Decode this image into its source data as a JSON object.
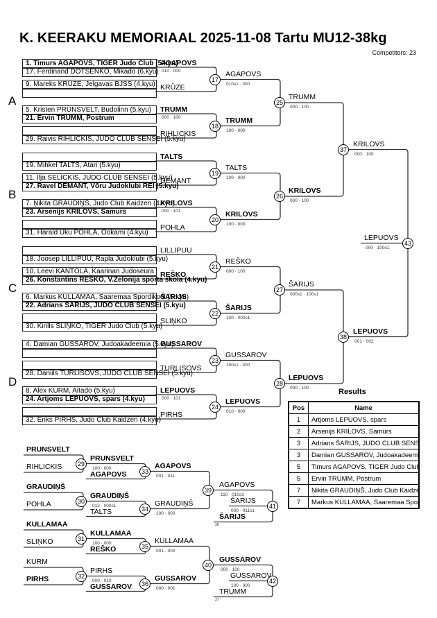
{
  "header": {
    "title": "K. KEERAKU MEMORIAAL  2025-11-08  Tartu   MU12-38kg",
    "competitors": "Competitors: 23"
  },
  "pools": [
    "A",
    "B",
    "C",
    "D"
  ],
  "entries": [
    {
      "text": "1. Timurs AGAPOVS, TIGER Judo Club (5.kyu)",
      "bold": true
    },
    {
      "text": "17. Ferdinand DOTSENKO, Mikado (6.kyu)",
      "bold": false
    },
    {
      "text": "9. Mareks KRŪZE, Jelgavas BJSS (4.kyu)",
      "bold": false
    },
    {
      "text": "",
      "bold": false
    },
    {
      "text": "5. Kristen PRUNSVELT, Budolinn (5.kyu)",
      "bold": false
    },
    {
      "text": "21. Ervin TRUMM, Postrum",
      "bold": true
    },
    {
      "text": "",
      "bold": false
    },
    {
      "text": "29. Raivis RIHLICKIS, JUDO CLUB SENSEI (5.kyu)",
      "bold": false
    },
    {
      "text": "",
      "bold": false
    },
    {
      "text": "19. Mihkel TALTS, Atari (5.kyu)",
      "bold": false
    },
    {
      "text": "11. Ilja SELICKIS, JUDO CLUB SENSEI (5.kyu)",
      "bold": false
    },
    {
      "text": "27. Ravel DEMANT, Võru Judoklubi REI (5.kyu)",
      "bold": true
    },
    {
      "text": "7. Ņikita GRAUDIŅŠ, Judo Club Kaidzen (4.kyu)",
      "bold": false
    },
    {
      "text": "23. Arsenijs KRILOVS, Samurs",
      "bold": true
    },
    {
      "text": "",
      "bold": false
    },
    {
      "text": "31. Harald Uku POHLA, Ookami (4.kyu)",
      "bold": false
    },
    {
      "text": "",
      "bold": false
    },
    {
      "text": "18. Joosep LILLIPUU, Rapla Judoklubi (5.kyu)",
      "bold": false
    },
    {
      "text": "10. Leevi KANTOLA, Kaarinan Judoseura",
      "bold": false
    },
    {
      "text": "26. Konstantins REŠKO, V.Zelonija sporta skola (4.kyu)",
      "bold": true
    },
    {
      "text": "6. Markus KULLAMAA, Saaremaa Spordikool (5.kyu)",
      "bold": false
    },
    {
      "text": "22. Adrians ŠARIJS, JUDO CLUB SENSEI (5.kyu)",
      "bold": true
    },
    {
      "text": "",
      "bold": false
    },
    {
      "text": "30. Kirills SLIŅKO, TIGER Judo Club (5.kyu)",
      "bold": false
    },
    {
      "text": "4. Damian GUSSAROV, Judoakadeemia (5.kyu)",
      "bold": false
    },
    {
      "text": "",
      "bold": false
    },
    {
      "text": "",
      "bold": false
    },
    {
      "text": "28. Daniils TURLISOVS, JUDO CLUB SENSEI (5.kyu)",
      "bold": false
    },
    {
      "text": "8. Alex KURM, Aitado (5.kyu)",
      "bold": false
    },
    {
      "text": "24. Artjoms LEPUOVS, spars (4.kyu)",
      "bold": true
    },
    {
      "text": "",
      "bold": false
    },
    {
      "text": "32. Eriks PIRHS, Judo Club Kaidzen (4.kyu)",
      "bold": false
    }
  ],
  "round1": [
    {
      "upper": "AGAPOVS",
      "lower": "KRŪZE",
      "upper_bold": true,
      "lower_bold": false,
      "score": "010 · 000"
    },
    {
      "upper": "TRUMM",
      "lower": "RIHLICKIS",
      "upper_bold": true,
      "lower_bold": false,
      "score": "000 · 100"
    },
    {
      "upper": "TALTS",
      "lower": "DEMANT",
      "upper_bold": true,
      "lower_bold": false,
      "score": ""
    },
    {
      "upper": "KRILOVS",
      "lower": "POHLA",
      "upper_bold": true,
      "lower_bold": false,
      "score": "000 · 101"
    },
    {
      "upper": "LILLIPUU",
      "lower": "REŠKO",
      "upper_bold": false,
      "lower_bold": true,
      "score": ""
    },
    {
      "upper": "ŠARIJS",
      "lower": "SLIŅKO",
      "upper_bold": true,
      "lower_bold": false,
      "score": ""
    },
    {
      "upper": "GUSSAROV",
      "lower": "TURLISOVS",
      "upper_bold": true,
      "lower_bold": false,
      "score": ""
    },
    {
      "upper": "LEPUOVS",
      "lower": "PIRHS",
      "upper_bold": true,
      "lower_bold": false,
      "score": "000 · 101"
    }
  ],
  "matches": {
    "m17": {
      "num": "17",
      "winner": "AGAPOVS",
      "score": "010s1 · 000",
      "bold": false
    },
    "m18": {
      "num": "18",
      "winner": "TRUMM",
      "score": "100 · 000",
      "bold": true
    },
    "m19": {
      "num": "19",
      "winner": "TALTS",
      "score": "100 · 000",
      "bold": false
    },
    "m20": {
      "num": "20",
      "winner": "KRILOVS",
      "score": "100 · 000",
      "bold": true
    },
    "m21": {
      "num": "21",
      "winner": "REŠKO",
      "score": "000 · 100",
      "bold": false
    },
    "m22": {
      "num": "22",
      "winner": "ŠARIJS",
      "score": "100 · 000s1",
      "bold": true
    },
    "m23": {
      "num": "23",
      "winner": "GUSSAROV",
      "score": "100s1 · 000",
      "bold": false
    },
    "m24": {
      "num": "24",
      "winner": "LEPUOVS",
      "score": "010 · 000",
      "bold": true
    },
    "m25": {
      "num": "25",
      "winner": "TRUMM",
      "score": "000 · 100",
      "bold": false
    },
    "m26": {
      "num": "26",
      "winner": "KRILOVS",
      "score": "000 · 100",
      "bold": true
    },
    "m27": {
      "num": "27",
      "winner": "ŠARIJS",
      "score": "000s1 · 100s1",
      "bold": false
    },
    "m28": {
      "num": "28",
      "winner": "LEPUOVS",
      "score": "000 · 100",
      "bold": true
    },
    "m37": {
      "num": "37",
      "winner": "KRILOVS",
      "score": "000 · 100",
      "bold": false
    },
    "m38": {
      "num": "38",
      "winner": "LEPUOVS",
      "score": "001 · 002",
      "bold": true
    },
    "m43": {
      "num": "43",
      "winner": "LEPUOVS",
      "score": "000 · 100s1",
      "bold": false
    }
  },
  "repechage": {
    "r29": {
      "num": "29",
      "upper": "PRUNSVELT",
      "lower": "RIHLICKIS",
      "upper_bold": true,
      "lower_bold": false,
      "winner": "PRUNSVELT",
      "score": "100 · 000"
    },
    "r30": {
      "num": "30",
      "upper": "GRAUDIŅŠ",
      "lower": "POHLA",
      "upper_bold": true,
      "lower_bold": false,
      "winner": "GRAUDIŅŠ",
      "score": "012 · 000s1"
    },
    "r31": {
      "num": "31",
      "upper": "KULLAMAA",
      "lower": "SLIŅKO",
      "upper_bold": true,
      "lower_bold": false,
      "winner": "KULLAMAA",
      "score": "100 · 000"
    },
    "r32": {
      "num": "32",
      "upper": "KURM",
      "lower": "PIRHS",
      "upper_bold": false,
      "lower_bold": true,
      "winner": "PIRHS",
      "score": "000 · 010"
    },
    "r33": {
      "num": "33",
      "opponent": "AGAPOVS",
      "winner": "AGAPOVS",
      "score": "001 · 011"
    },
    "r34": {
      "num": "34",
      "opponent": "TALTS",
      "winner": "GRAUDIŅŠ",
      "score": "100 · 000"
    },
    "r35": {
      "num": "35",
      "opponent": "REŠKO",
      "winner": "KULLAMAA",
      "score": "001 · 000"
    },
    "r36": {
      "num": "36",
      "opponent": "GUSSAROV",
      "winner": "GUSSAROV",
      "score": "000 · 001"
    },
    "r39": {
      "num": "39",
      "winner": "AGAPOVS",
      "score": "110 · 010s3"
    },
    "r40": {
      "num": "40",
      "winner": "GUSSAROV",
      "score": "000 · 100"
    },
    "r41": {
      "num": "41",
      "winner": "ŠARIJS",
      "score": "000 · 011s1",
      "opponent": "ŠARIJS",
      "ref": "38"
    },
    "r42": {
      "num": "42",
      "winner": "GUSSAROV",
      "score": "100 · 000",
      "opponent": "TRUMM",
      "ref": "37"
    }
  },
  "results": {
    "title": "Results",
    "col_pos": "Pos",
    "col_name": "Name",
    "rows": [
      {
        "pos": "1",
        "name": "Artjoms LEPUOVS, spars"
      },
      {
        "pos": "2",
        "name": "Arsenijs KRILOVS, Samurs"
      },
      {
        "pos": "3",
        "name": "Adrians ŠARIJS, JUDO CLUB SENSEI"
      },
      {
        "pos": "3",
        "name": "Damian GUSSAROV, Judoakadeemia"
      },
      {
        "pos": "5",
        "name": "Timurs AGAPOVS, TIGER Judo Club"
      },
      {
        "pos": "5",
        "name": "Ervin TRUMM, Postrum"
      },
      {
        "pos": "7",
        "name": "Ņikita GRAUDIŅŠ, Judo Club Kaidzen"
      },
      {
        "pos": "7",
        "name": "Markus KULLAMAA, Saaremaa Spordikool"
      }
    ]
  }
}
